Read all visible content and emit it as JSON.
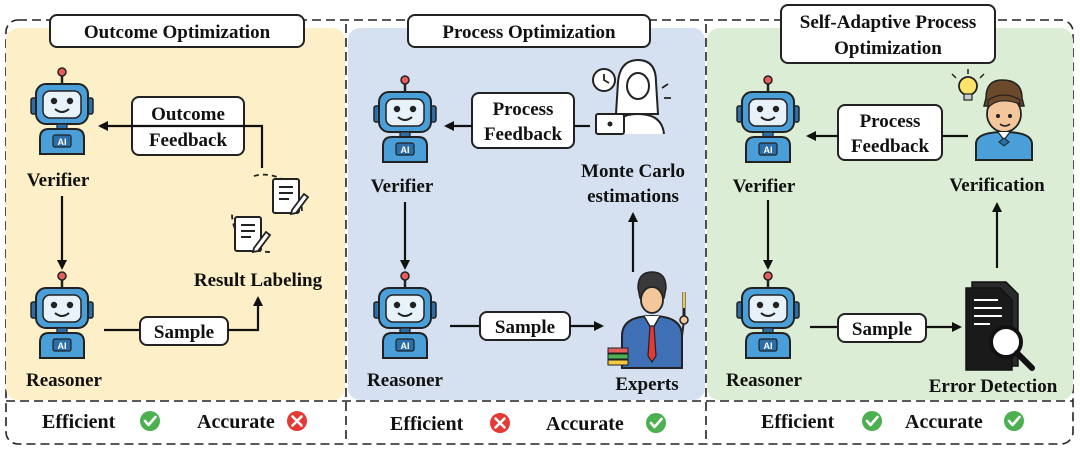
{
  "panels": [
    {
      "title": "Outcome Optimization",
      "verifier": "Verifier",
      "reasoner": "Reasoner",
      "feedback": [
        "Outcome",
        "Feedback"
      ],
      "sample": "Sample",
      "node": [
        "Result Labeling"
      ],
      "efficient_label": "Efficient",
      "efficient_ok": true,
      "accurate_label": "Accurate",
      "accurate_ok": false,
      "bg": "#fdf0c8"
    },
    {
      "title": "Process Optimization",
      "verifier": "Verifier",
      "reasoner": "Reasoner",
      "feedback": [
        "Process",
        "Feedback"
      ],
      "sample": "Sample",
      "node": [
        "Experts"
      ],
      "mc": [
        "Monte Carlo",
        "estimations"
      ],
      "efficient_label": "Efficient",
      "efficient_ok": false,
      "accurate_label": "Accurate",
      "accurate_ok": true,
      "bg": "#d5e0f0"
    },
    {
      "title": [
        "Self-Adaptive Process",
        "Optimization"
      ],
      "verifier": "Verifier",
      "reasoner": "Reasoner",
      "feedback": [
        "Process",
        "Feedback"
      ],
      "sample": "Sample",
      "node": [
        "Error Detection"
      ],
      "verification": "Verification",
      "efficient_label": "Efficient",
      "efficient_ok": true,
      "accurate_label": "Accurate",
      "accurate_ok": true,
      "bg": "#dcedd5"
    }
  ],
  "colors": {
    "robot": "#4a9fd8",
    "robot_dark": "#2b6ea8",
    "check": "#4caf50",
    "cross": "#e53935"
  },
  "icons": [
    "robot-icon",
    "document-icon",
    "person-laptop-icon",
    "expert-icon",
    "idea-person-icon",
    "magnifier-document-icon",
    "check-icon",
    "cross-icon"
  ]
}
